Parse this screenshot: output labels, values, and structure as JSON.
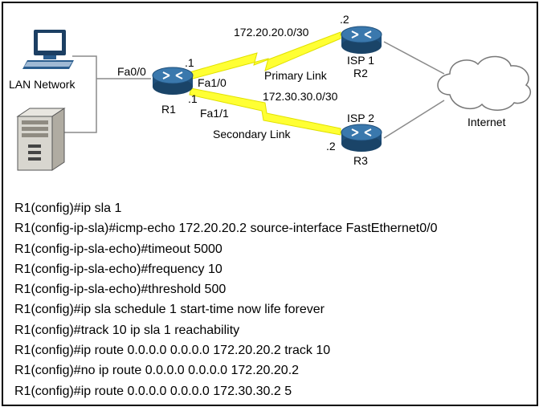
{
  "diagram": {
    "lan_label": "LAN Network",
    "r1": {
      "name": "R1",
      "fa00": "Fa0/0",
      "fa10": "Fa1/0",
      "fa11": "Fa1/1",
      "ip_fa10": ".1",
      "ip_fa11": ".1"
    },
    "r2": {
      "name": "R2",
      "isp": "ISP 1",
      "ip": ".2"
    },
    "r3": {
      "name": "R3",
      "isp": "ISP 2",
      "ip": ".2"
    },
    "primary_link": {
      "subnet": "172.20.20.0/30",
      "label": "Primary Link"
    },
    "secondary_link": {
      "subnet": "172.30.30.0/30",
      "label": "Secondary Link"
    },
    "internet_label": "Internet",
    "colors": {
      "router": "#1f4f7a",
      "serial_link": "#ffff33",
      "cable": "#8a8a8a"
    }
  },
  "config": [
    "R1(config)#ip sla 1",
    "R1(config-ip-sla)#icmp-echo 172.20.20.2 source-interface FastEthernet0/0",
    "R1(config-ip-sla-echo)#timeout 5000",
    "R1(config-ip-sla-echo)#frequency 10",
    "R1(config-ip-sla-echo)#threshold 500",
    "R1(config)#ip sla schedule 1 start-time now life forever",
    "R1(config)#track 10 ip sla 1 reachability",
    "R1(config)#ip route 0.0.0.0 0.0.0.0 172.20.20.2 track 10",
    "R1(config)#no ip route 0.0.0.0 0.0.0.0 172.20.20.2",
    "R1(config)#ip route 0.0.0.0 0.0.0.0 172.30.30.2 5"
  ]
}
